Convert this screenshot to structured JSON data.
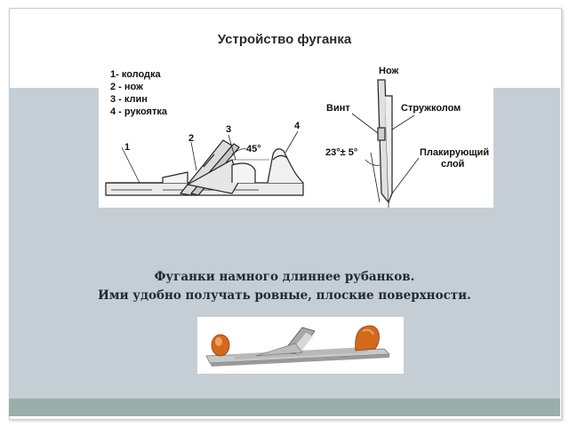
{
  "slide": {
    "title": "Устройство фуганка",
    "legend": [
      "1- колодка",
      "2 - нож",
      "3 - клин",
      "4 - рукоятка"
    ],
    "left_callouts": [
      "1",
      "2",
      "3",
      "4"
    ],
    "angle_label": "45°",
    "right_diagram": {
      "knife": "Нож",
      "screw": "Винт",
      "chipbreaker": "Стружколом",
      "cladding_line1": "Плакирующий",
      "cladding_line2": "слой",
      "angle": "23°± 5°"
    },
    "body_line1": "Фуганки намного длиннее рубанков.",
    "body_line2": "Ими удобно получать ровные, плоские поверхности.",
    "colors": {
      "panel": "#c5ced4",
      "bottom_bar": "#9aaeaa",
      "handle": "#d2691e"
    }
  }
}
